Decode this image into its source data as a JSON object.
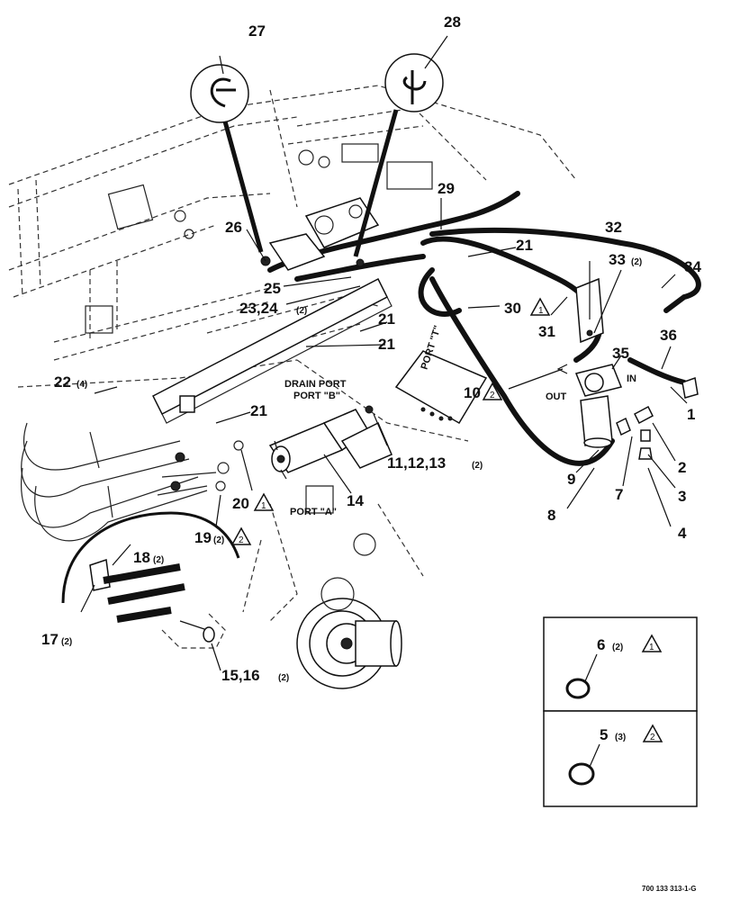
{
  "labels": {
    "c27": "27",
    "c28": "28",
    "c29": "29",
    "c26": "26",
    "c32": "32",
    "c33": "33",
    "c33q": "(2)",
    "c34": "34",
    "c21a": "21",
    "c25": "25",
    "c23": "23,24",
    "c23q": "(2)",
    "c30": "30",
    "c30tri": "1",
    "c31": "31",
    "c35": "35",
    "c36": "36",
    "c21b": "21",
    "c21c": "21",
    "c22": "22",
    "c22q": "(4)",
    "c10": "10",
    "c10tri": "2",
    "c1": "1",
    "c21d": "21",
    "c2": "2",
    "c9": "9",
    "c7": "7",
    "c3": "3",
    "c11": "11,12,13",
    "c11q": "(2)",
    "c14": "14",
    "c20": "20",
    "c20tri": "1",
    "c8": "8",
    "c4": "4",
    "c19": "19",
    "c19q": "(2)",
    "c19tri": "2",
    "c18": "18",
    "c18q": "(2)",
    "c17": "17",
    "c17q": "(2)",
    "c15": "15,16",
    "c15q": "(2)",
    "c6": "6",
    "c6q": "(2)",
    "c6tri": "1",
    "c5": "5",
    "c5q": "(3)",
    "c5tri": "2"
  },
  "text": {
    "drain_port": "DRAIN PORT",
    "port_b": "PORT \"B\"",
    "port_a": "PORT \"A\"",
    "port_t": "PORT \"T\"",
    "out": "OUT",
    "in": "IN",
    "drawing_code": "700 133 313-1-G"
  }
}
